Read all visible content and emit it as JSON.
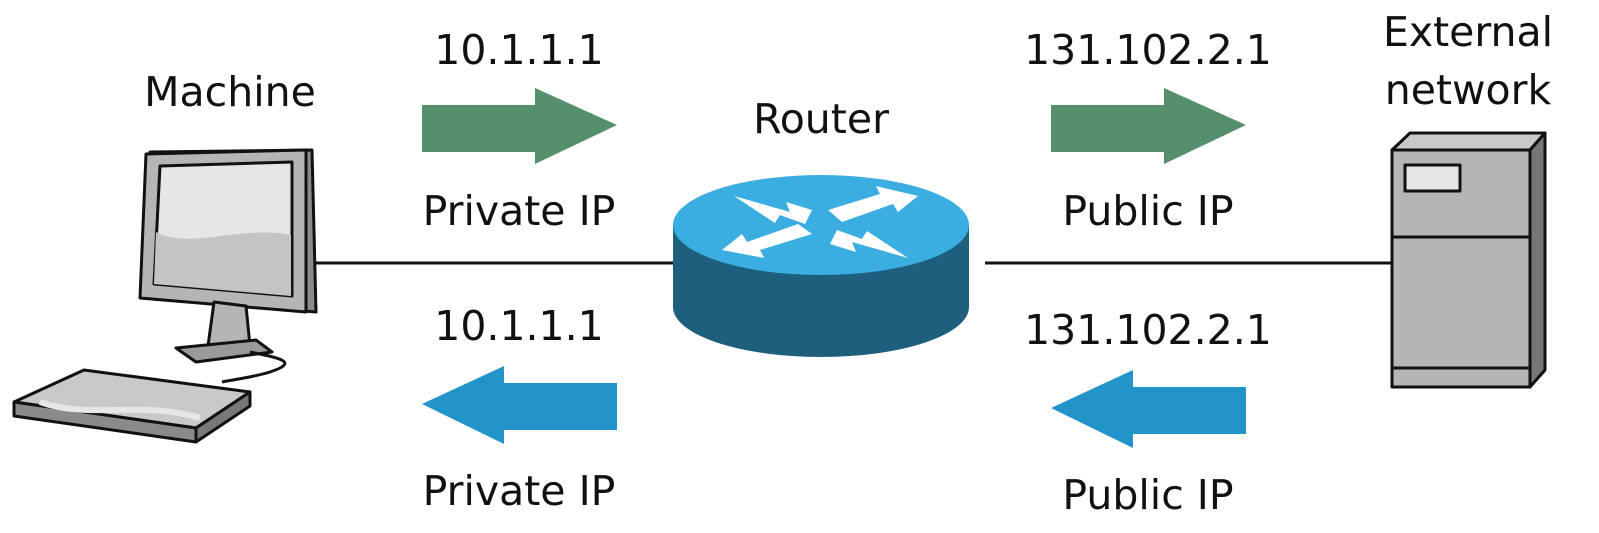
{
  "colors": {
    "outbound_arrow": "#558f6b",
    "inbound_arrow": "#2294c9",
    "router_top": "#3aaee0",
    "router_side": "#1d5f7d",
    "connection_line": "#111111",
    "device_gray": "#b5b5b7",
    "device_light": "#e6e6e6"
  },
  "nodes": {
    "machine": {
      "label": "Machine",
      "icon": "desktop-computer-icon"
    },
    "router": {
      "label": "Router",
      "icon": "router-icon"
    },
    "external": {
      "label_line1": "External",
      "label_line2": "network",
      "icon": "server-tower-icon"
    }
  },
  "flows": {
    "outbound_private": {
      "ip": "10.1.1.1",
      "label": "Private IP",
      "direction": "right"
    },
    "outbound_public": {
      "ip": "131.102.2.1",
      "label": "Public IP",
      "direction": "right"
    },
    "inbound_private": {
      "ip": "10.1.1.1",
      "label": "Private IP",
      "direction": "left"
    },
    "inbound_public": {
      "ip": "131.102.2.1",
      "label": "Public IP",
      "direction": "left"
    }
  }
}
